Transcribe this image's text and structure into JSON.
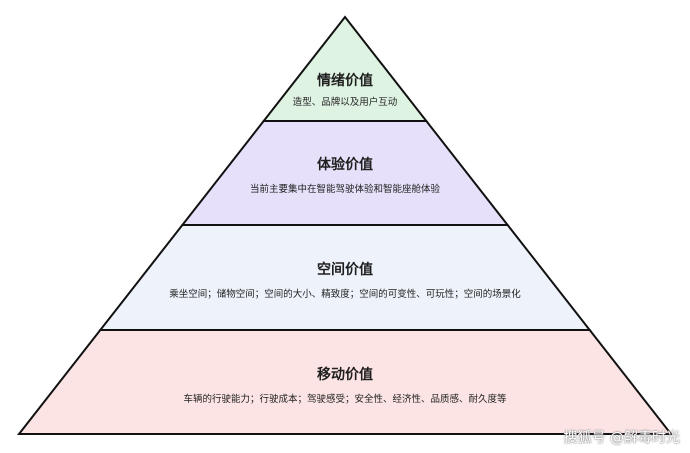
{
  "layers": [
    {
      "title": "情绪价值",
      "desc": "造型、品牌以及用户互动",
      "fill": "#dff3e3"
    },
    {
      "title": "体验价值",
      "desc": "当前主要集中在智能驾驶体验和智能座舱体验",
      "fill": "#e6e0fa"
    },
    {
      "title": "空间价值",
      "desc": "乘坐空间；储物空间；空间的大小、精致度；空间的可变性、可玩性；空间的场景化",
      "fill": "#edf2fb"
    },
    {
      "title": "移动价值",
      "desc": "车辆的行驶能力；行驶成本；驾驶感受；安全性、经济性、品质感、耐久度等",
      "fill": "#fce4e4"
    }
  ],
  "watermark": "搜狐号 @解毒时光",
  "colors": {
    "outline": "#111111"
  }
}
